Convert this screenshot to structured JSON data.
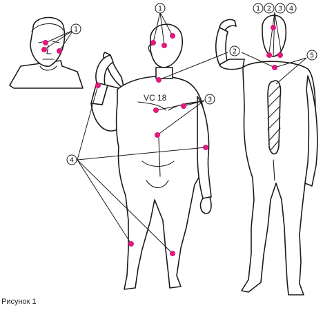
{
  "caption": "Рисунок 1",
  "point_label": "VC 18",
  "markers": [
    "1",
    "2",
    "3",
    "4",
    "5"
  ],
  "top_markers": [
    "1",
    "2",
    "3",
    "4"
  ],
  "colors": {
    "point": "#e0197d",
    "line": "#1a1a1a"
  }
}
